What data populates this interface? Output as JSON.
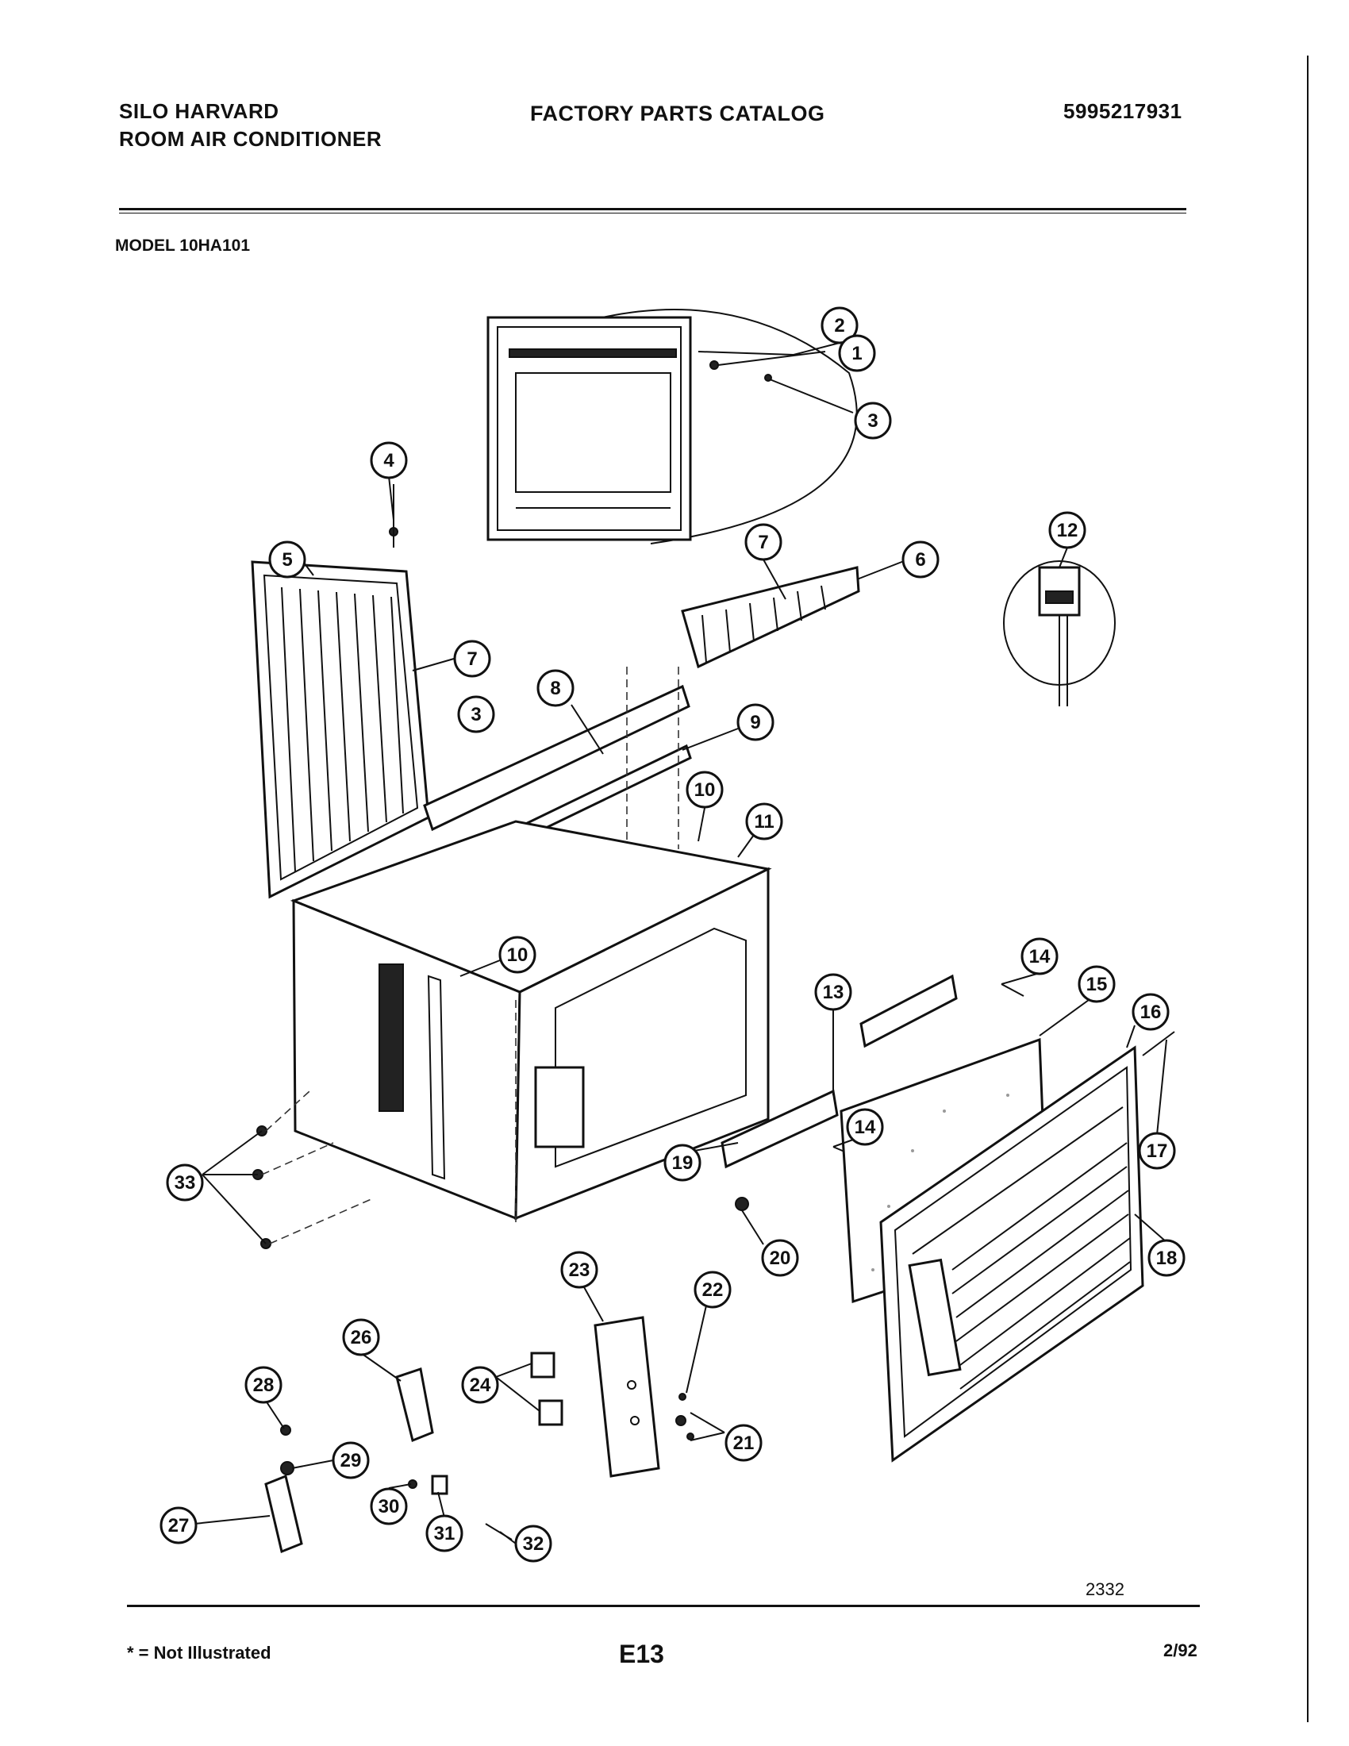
{
  "header": {
    "brand_line1": "SILO HARVARD",
    "brand_line2": "ROOM AIR CONDITIONER",
    "catalog_title": "FACTORY PARTS CATALOG",
    "part_number": "5995217931"
  },
  "model_label": "MODEL 10HA101",
  "callouts": [
    "1",
    "2",
    "3",
    "3",
    "4",
    "5",
    "6",
    "7",
    "7",
    "8",
    "9",
    "10",
    "10",
    "11",
    "12",
    "13",
    "14",
    "14",
    "15",
    "16",
    "17",
    "18",
    "19",
    "20",
    "21",
    "22",
    "23",
    "24",
    "26",
    "27",
    "28",
    "29",
    "30",
    "31",
    "32",
    "33"
  ],
  "drawing_number": "2332",
  "footer": {
    "footnote": "* = Not Illustrated",
    "page_id": "E13",
    "date": "2/92"
  }
}
